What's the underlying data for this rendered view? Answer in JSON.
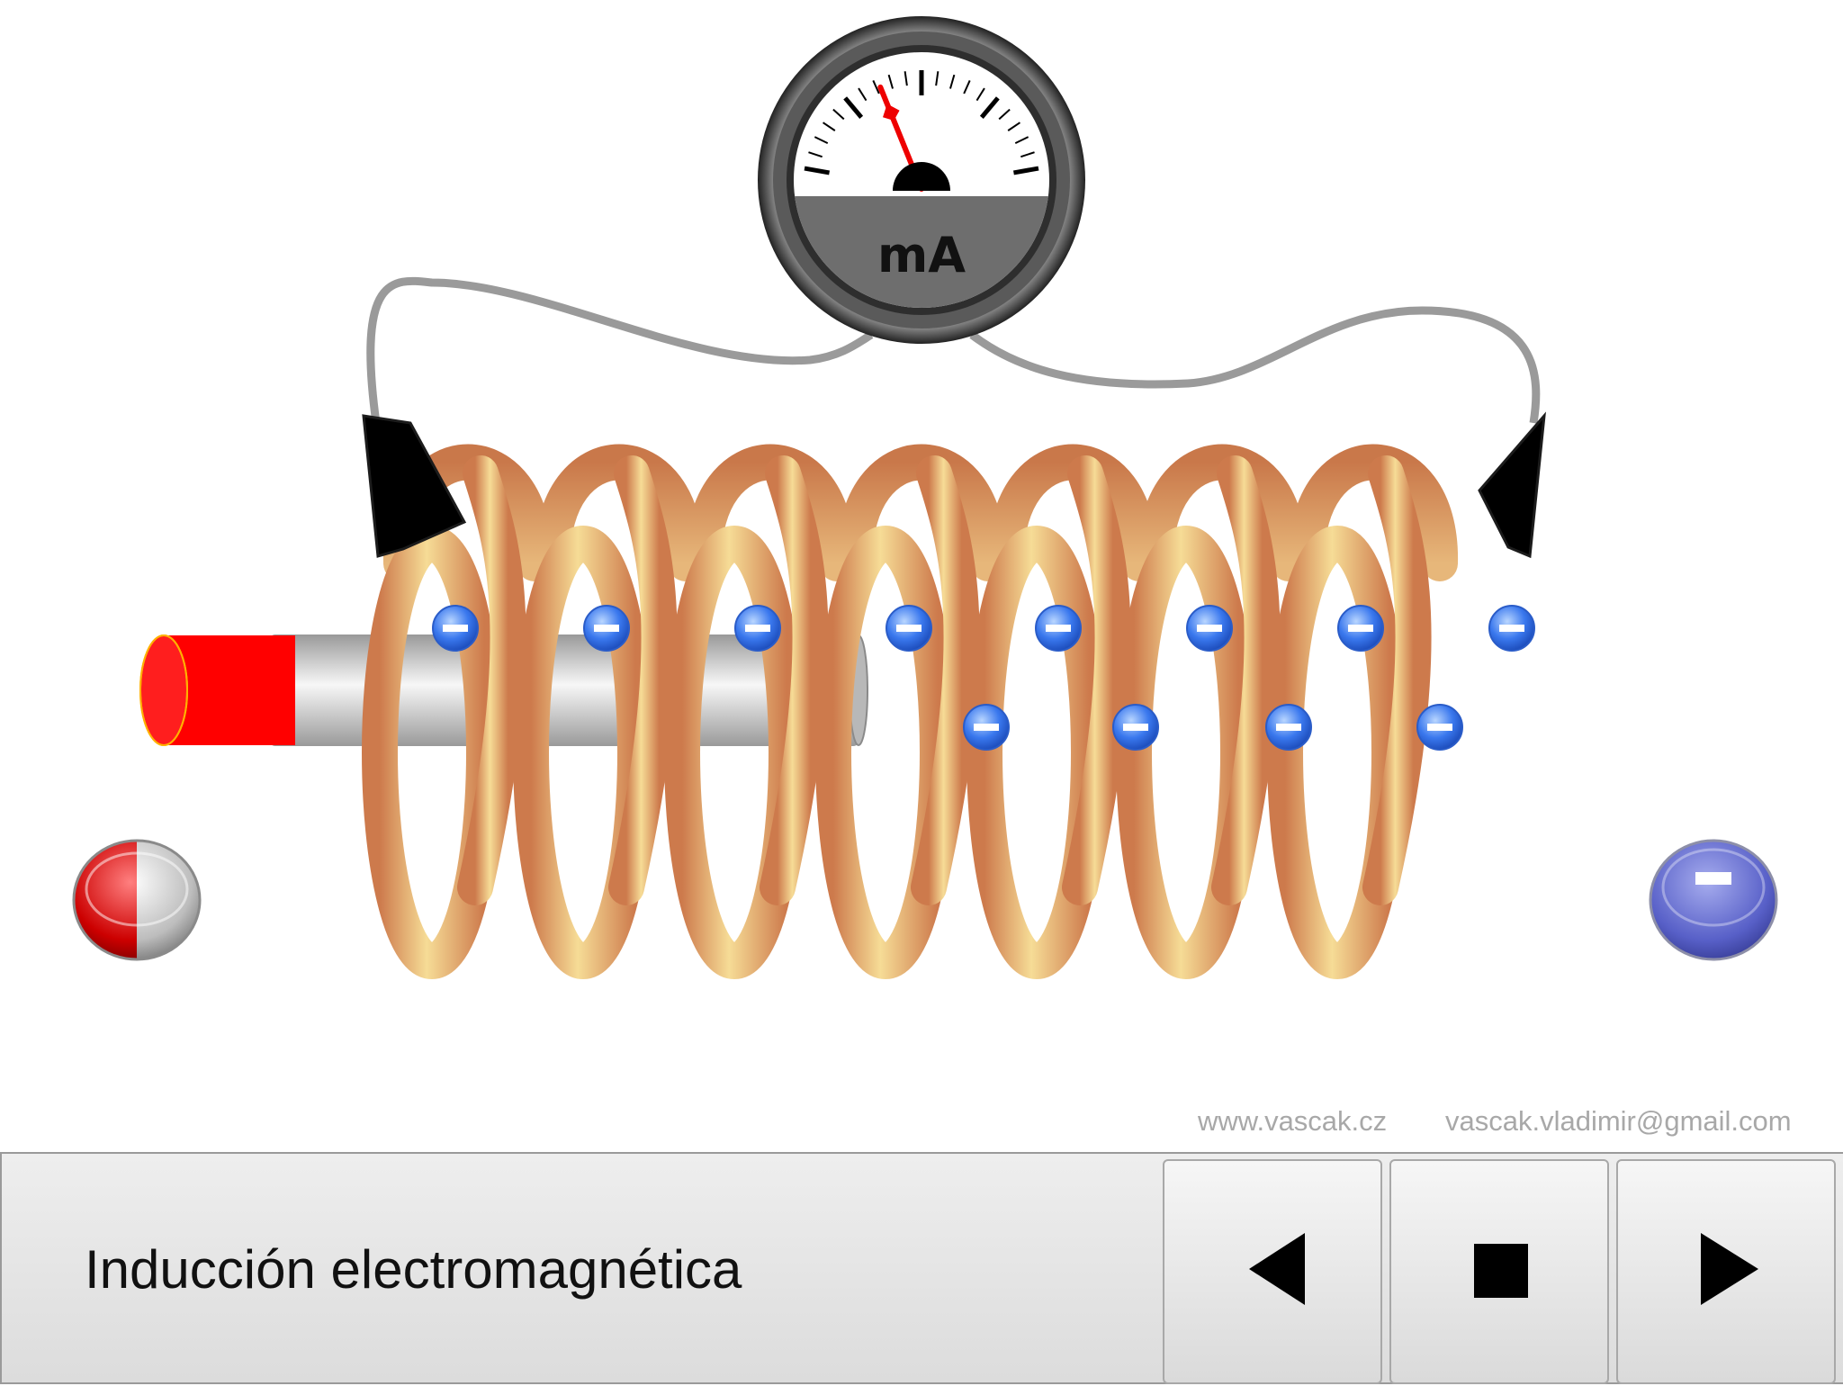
{
  "meter": {
    "unit_label": "mA",
    "needle_deflection_deg": -22
  },
  "credits": {
    "site": "www.vascak.cz",
    "email": "vascak.vladimir@gmail.com"
  },
  "footer": {
    "title": "Inducción electromagnética"
  },
  "controls": {
    "prev_icon": "triangle-left-icon",
    "stop_icon": "square-stop-icon",
    "next_icon": "triangle-right-icon"
  },
  "indicators": {
    "left": {
      "icon": "half-red-half-gray-button-icon",
      "color": "#cc0000"
    },
    "right": {
      "icon": "blue-minus-button-icon",
      "color": "#5860c8"
    }
  },
  "colors": {
    "copper_light": "#f6dc96",
    "copper_dark": "#cd7a4c",
    "magnet_pole": "#ff0000",
    "electron": "#3a78ee",
    "wire": "#9a9a9a"
  }
}
